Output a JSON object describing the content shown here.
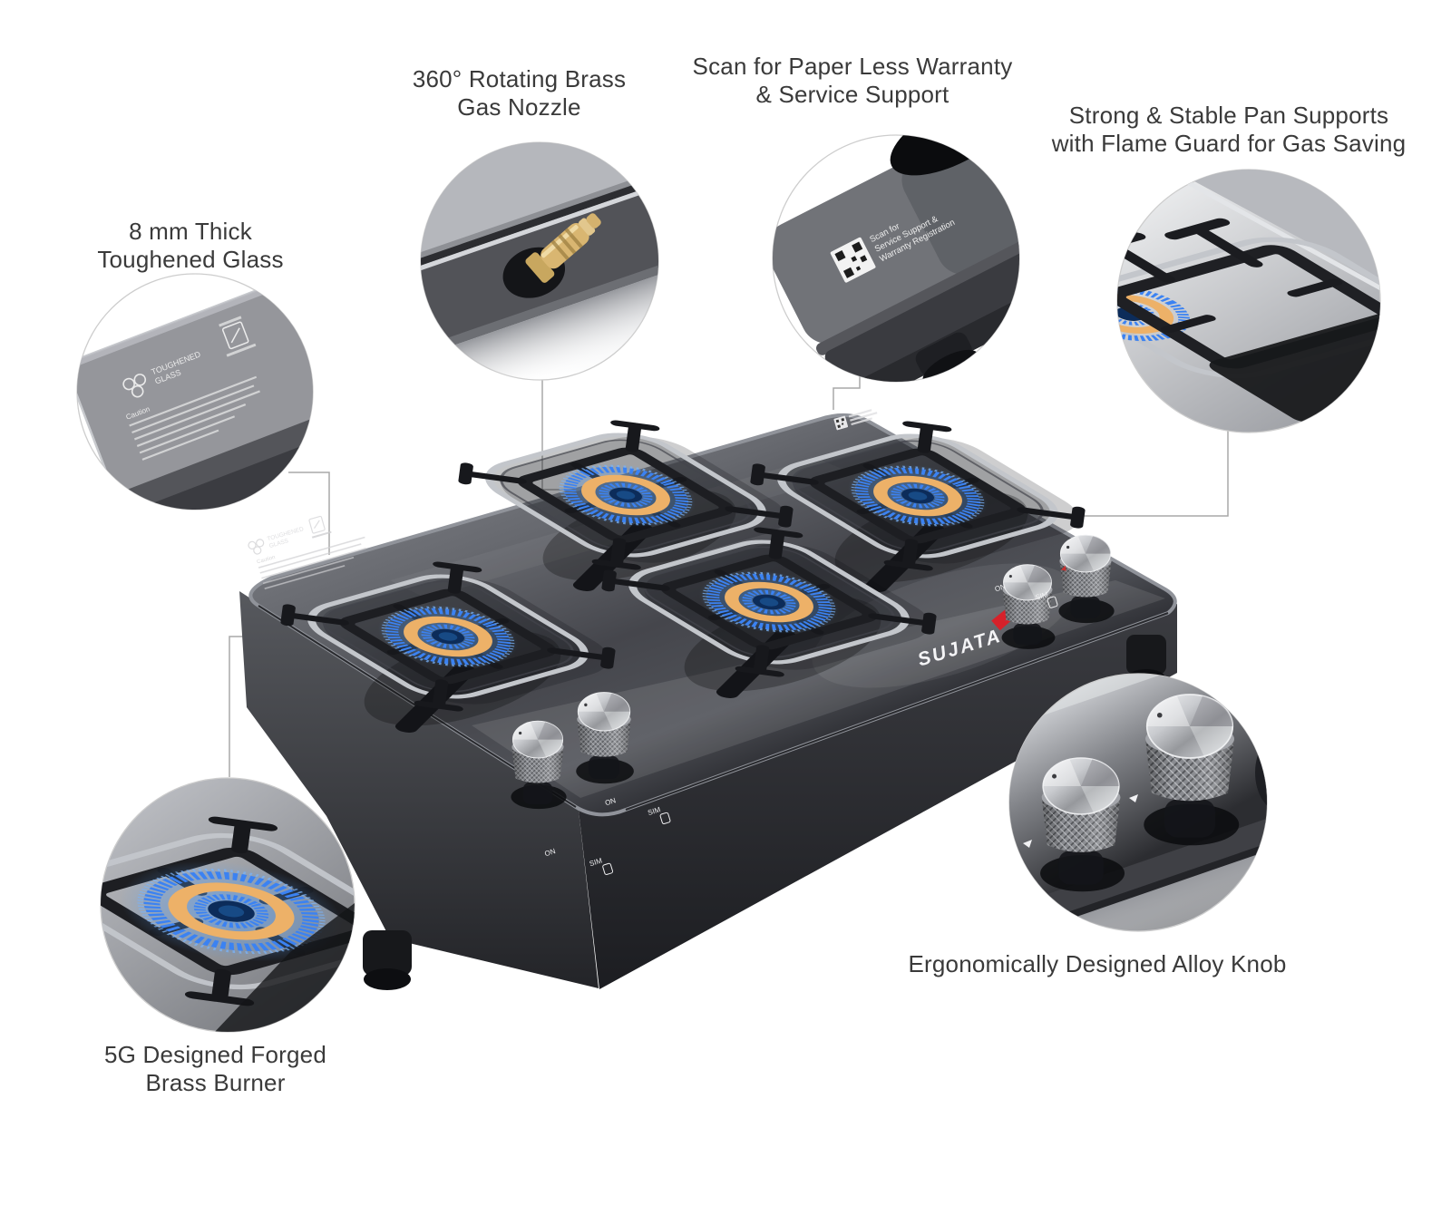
{
  "brand": {
    "logo_text": "SUJATA",
    "logo_accent_color": "#d6212a"
  },
  "callouts": [
    {
      "id": "toughened-glass",
      "label": "8 mm Thick Toughened Glass"
    },
    {
      "id": "gas-nozzle",
      "label": "360° Rotating Brass Gas Nozzle"
    },
    {
      "id": "qr-warranty",
      "label": "Scan for Paper Less Warranty & Service Support"
    },
    {
      "id": "pan-supports",
      "label": "Strong & Stable Pan Supports with Flame Guard for Gas Saving"
    },
    {
      "id": "brass-burner",
      "label": "5G Designed Forged Brass Burner"
    },
    {
      "id": "alloy-knob",
      "label": "Ergonomically Designed Alloy Knob"
    }
  ],
  "glass_print": {
    "line1": "TOUGHENED",
    "line2": "GLASS",
    "caution": "Caution"
  },
  "qr_print": {
    "line1": "Scan for",
    "line2": "Service Support &",
    "line3": "Warranty Registration"
  },
  "knob_markings": {
    "on": "ON",
    "sim": "SIM"
  },
  "icons": {
    "qr": "qr-code-icon",
    "isi": "isi-mark-icon",
    "hexagons": "toughened-glass-hexagons-icon",
    "flame": "flame-position-icon"
  },
  "colors": {
    "background": "#ffffff",
    "label_text": "#3a3a3a",
    "leader_line": "#a9a9a9",
    "flame_blue": "#3b82f2",
    "brass": "#edb168",
    "glass_dark": "#2a2b2f",
    "steel": "#c3c6cb",
    "logo_red": "#d6212a"
  }
}
